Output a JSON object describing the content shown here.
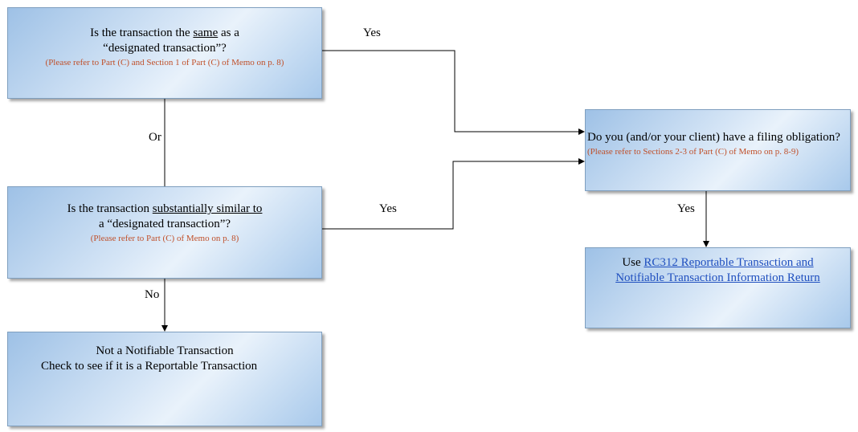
{
  "box_designated": {
    "line1_prefix": "Is the transaction the ",
    "line1_emph": "same",
    "line1_suffix": " as a",
    "line2": "“designated transaction”?",
    "ref": "(Please refer to Part (C) and Section 1 of Part (C) of Memo on p. 8)"
  },
  "box_similar": {
    "line1_prefix": "Is the transaction ",
    "line1_emph": "substantially similar to",
    "line2": "a “designated transaction”?",
    "ref": "(Please refer to Part (C) of Memo on p. 8)"
  },
  "box_not_notifiable": {
    "line1": "Not a Notifiable Transaction",
    "line2": "Check to see if it is a Reportable Transaction"
  },
  "box_filing": {
    "line1": "Do you (and/or your client) have a filing obligation?",
    "ref": "(Please refer to Sections 2-3 of Part (C) of Memo on p. 8-9)"
  },
  "box_rc312": {
    "prefix": "Use ",
    "link_line1": "RC312 Reportable Transaction and",
    "link_line2": "Notifiable Transaction Information Return"
  },
  "labels": {
    "yes_top": "Yes",
    "or": "Or",
    "yes_middle": "Yes",
    "no": "No",
    "yes_right": "Yes"
  },
  "colors": {
    "reference_text": "#c0502a",
    "link_text": "#1f4fbf",
    "box_border": "#7f9fbf"
  }
}
